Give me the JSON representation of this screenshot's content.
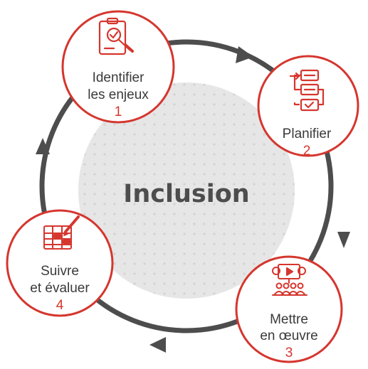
{
  "center": {
    "title": "Inclusion"
  },
  "steps": [
    {
      "line1": "Identifier",
      "line2": "les enjeux",
      "number": "1",
      "icon": "clipboard-magnifier-icon"
    },
    {
      "line1": "Planifier",
      "line2": "",
      "number": "2",
      "icon": "flowchart-checklist-icon"
    },
    {
      "line1": "Mettre",
      "line2": "en œuvre",
      "number": "3",
      "icon": "team-meeting-icon"
    },
    {
      "line1": "Suivre",
      "line2": "et évaluer",
      "number": "4",
      "icon": "plan-pencil-icon"
    }
  ],
  "colors": {
    "accent": "#d5362e",
    "ring": "#4a4a4a",
    "text": "#3a3a3a",
    "center_fill": "#e4e4e4"
  }
}
